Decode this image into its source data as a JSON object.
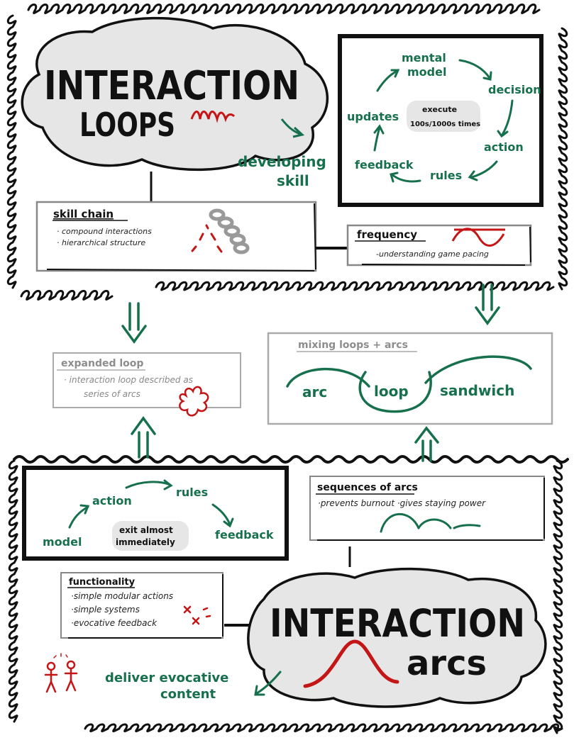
{
  "colors": {
    "green": "#17704d",
    "red": "#c41616",
    "black": "#111111",
    "grey": "#8d8d8d",
    "cloud": "#e6e6e6"
  },
  "loops": {
    "title_line1": "INTERACTION",
    "title_line2": "LOOPS",
    "developing_skill_line1": "developing",
    "developing_skill_line2": "skill",
    "cycle": {
      "mental_model_line1": "mental",
      "mental_model_line2": "model",
      "decision": "decision",
      "action": "action",
      "rules": "rules",
      "feedback": "feedback",
      "updates": "updates",
      "center_line1": "execute",
      "center_line2": "100s/1000s times"
    },
    "skill_chain": {
      "title": "skill chain",
      "items": [
        "· compound interactions",
        "· hierarchical structure"
      ]
    },
    "frequency": {
      "title": "frequency",
      "item": "-understanding game pacing"
    }
  },
  "expanded_loop": {
    "title": "expanded loop",
    "line1": "· interaction loop described as",
    "line2": "series of arcs"
  },
  "mixing": {
    "title": "mixing loops + arcs",
    "arc": "arc",
    "loop": "loop",
    "sandwich": "sandwich"
  },
  "arcs": {
    "title_line1": "INTERACTION",
    "title_line2": "arcs",
    "cycle": {
      "model": "model",
      "action": "action",
      "rules": "rules",
      "feedback": "feedback",
      "center_line1": "exit almost",
      "center_line2": "immediately"
    },
    "sequences": {
      "title": "sequences of arcs",
      "item": "·prevents burnout ·gives staying power"
    },
    "functionality": {
      "title": "functionality",
      "items": [
        "·simple modular actions",
        "·simple systems",
        "·evocative feedback"
      ]
    },
    "deliver_line1": "deliver evocative",
    "deliver_line2": "content"
  },
  "icons": [
    "curly-border",
    "cycle-arrow-icon",
    "chain-link-icon",
    "hierarchy-icon",
    "wave-icon",
    "double-arrow-down-icon",
    "double-arrow-up-icon",
    "splat-icon",
    "bell-curve-icon",
    "stick-figures-icon"
  ]
}
